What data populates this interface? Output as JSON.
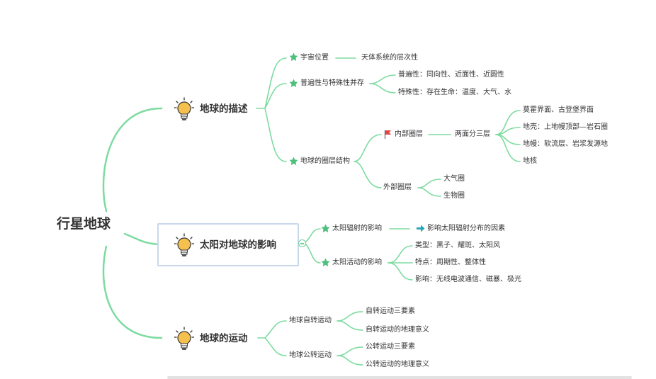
{
  "root": "行星地球",
  "colors": {
    "line": "#7ddba0",
    "star": "#4fbf7e",
    "bulb": "#f6c04e",
    "flag": "#e04848",
    "arrow": "#2aa5b8",
    "selection": "#c8d8ea"
  },
  "branches": [
    {
      "title": "地球的描述",
      "icon": "lightbulb-icon",
      "children": [
        {
          "label": "宇宙位置",
          "icon": "star-icon",
          "children": [
            "天体系统的层次性"
          ]
        },
        {
          "label": "普遍性与特殊性并存",
          "icon": "star-icon",
          "children": [
            "普遍性：同向性、近面性、近圆性",
            "特殊性：存在生命：温度、大气、水"
          ]
        },
        {
          "label": "地球的圈层结构",
          "icon": "star-icon",
          "groups": [
            {
              "label": "内部圈层",
              "icon": "flag-icon",
              "sub": "两面分三层",
              "children": [
                "莫霍界面、古登堡界面",
                "地壳：上地幔顶部—岩石圈",
                "地幔：软流层、岩浆发源地",
                "地核"
              ]
            },
            {
              "label": "外部圈层",
              "children": [
                "大气圈",
                "生物圈"
              ]
            }
          ]
        }
      ]
    },
    {
      "title": "太阳对地球的影响",
      "icon": "lightbulb-icon",
      "children": [
        {
          "label": "太阳辐射的影响",
          "icon": "star-icon",
          "children": [
            "影响太阳辐射分布的因素"
          ],
          "child_icon": "arrow-right-icon"
        },
        {
          "label": "太阳活动的影响",
          "icon": "star-icon",
          "children": [
            "类型：黑子、耀斑、太阳风",
            "特点：周期性、整体性",
            "影响：无线电波通信、磁暴、极光"
          ]
        }
      ]
    },
    {
      "title": "地球的运动",
      "icon": "lightbulb-icon",
      "children": [
        {
          "label": "地球自转运动",
          "children": [
            "自转运动三要素",
            "自转运动的地理意义"
          ]
        },
        {
          "label": "地球公转运动",
          "children": [
            "公转运动三要素",
            "公转运动的地理意义"
          ]
        }
      ]
    }
  ]
}
